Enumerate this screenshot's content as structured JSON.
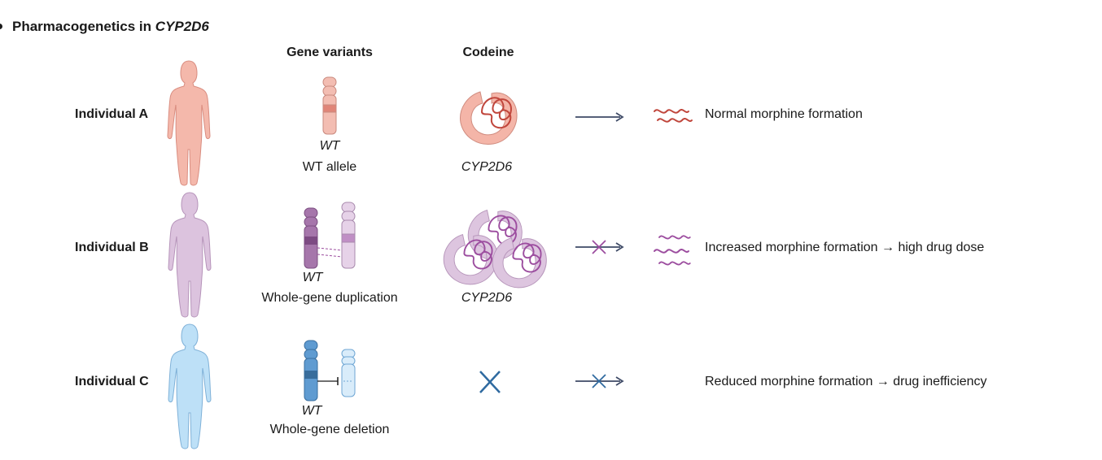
{
  "title": {
    "prefix": "Pharmacogenetics in ",
    "gene": "CYP2D6"
  },
  "columns": {
    "gene_variants": "Gene variants",
    "codeine": "Codeine"
  },
  "rows": [
    {
      "individual": "Individual A",
      "allele_tag": "WT",
      "variant": "WT allele",
      "enzyme": "CYP2D6",
      "outcome": "Normal morphine formation",
      "color": "#f2b3a6",
      "accent": "#c0463c"
    },
    {
      "individual": "Individual B",
      "allele_tag": "WT",
      "variant": "Whole-gene duplication",
      "enzyme": "CYP2D6",
      "outcome": "Increased morphine formation → high drug dose",
      "color": "#d9bddb",
      "accent": "#9c4d9f"
    },
    {
      "individual": "Individual C",
      "allele_tag": "WT",
      "variant": "Whole-gene deletion",
      "enzyme": "",
      "outcome": "Reduced morphine formation → drug inefficiency",
      "color": "#b9dbf4",
      "accent": "#2f6aa0"
    }
  ],
  "icons": [
    "human-figure-icon",
    "chromosome-icon",
    "enzyme-icon",
    "arrow-icon",
    "morphine-icon",
    "cross-icon"
  ]
}
